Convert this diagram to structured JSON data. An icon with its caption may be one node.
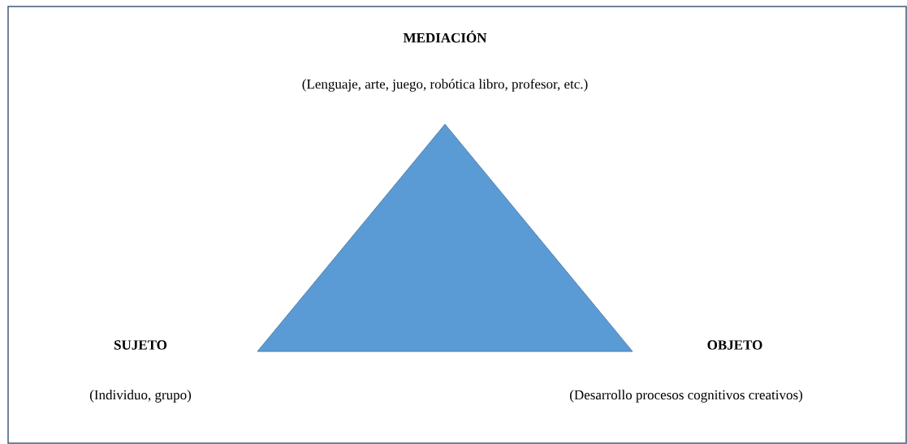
{
  "diagram": {
    "nodes": [
      {
        "text": [],
        "shape": "triangle"
      }
    ],
    "edges": [],
    "labels": [
      "MEDIACIÓN",
      "(Lenguaje, arte, juego, robótica libro, profesor, etc.)",
      "SUJETO",
      "OBJETO",
      "(Individuo, grupo)",
      "(Desarrollo procesos cognitivos creativos)"
    ]
  }
}
